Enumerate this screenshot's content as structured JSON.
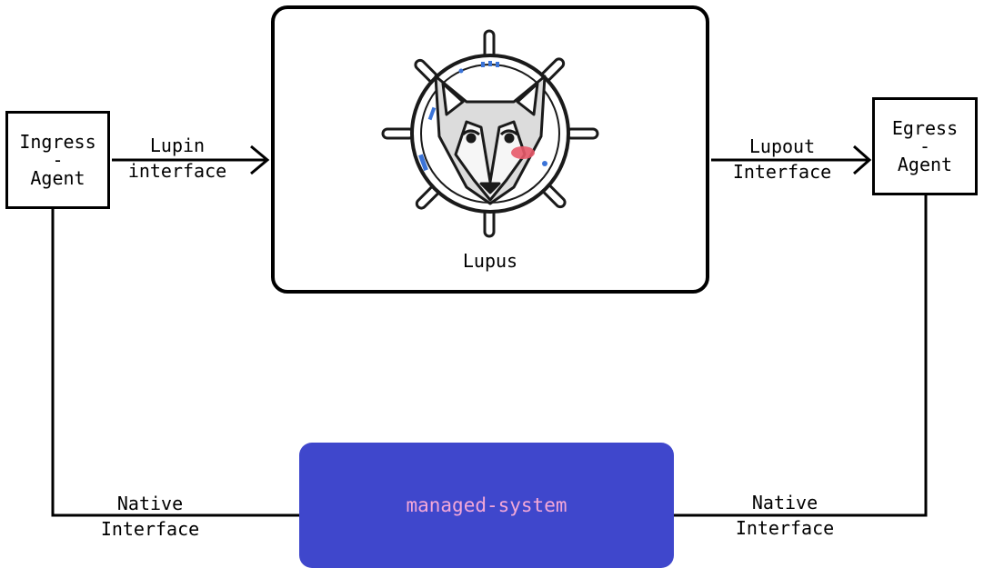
{
  "diagram": {
    "ingress_agent": {
      "label": "Ingress\n-\nAgent"
    },
    "egress_agent": {
      "label": "Egress\n-\nAgent"
    },
    "lupus": {
      "label": "Lupus",
      "logo": "wolf-helm-logo-icon"
    },
    "managed_system": {
      "label": "managed-system"
    },
    "edges": {
      "lupin": "Lupin\ninterface",
      "lupout": "Lupout\nInterface",
      "native_left": "Native\nInterface",
      "native_right": "Native\nInterface"
    }
  },
  "colors": {
    "managed_system_fill": "#3f47cc",
    "managed_system_text": "#f4a8d8",
    "logo_accent": "#3b74d8",
    "logo_blush": "#e85a6a"
  }
}
